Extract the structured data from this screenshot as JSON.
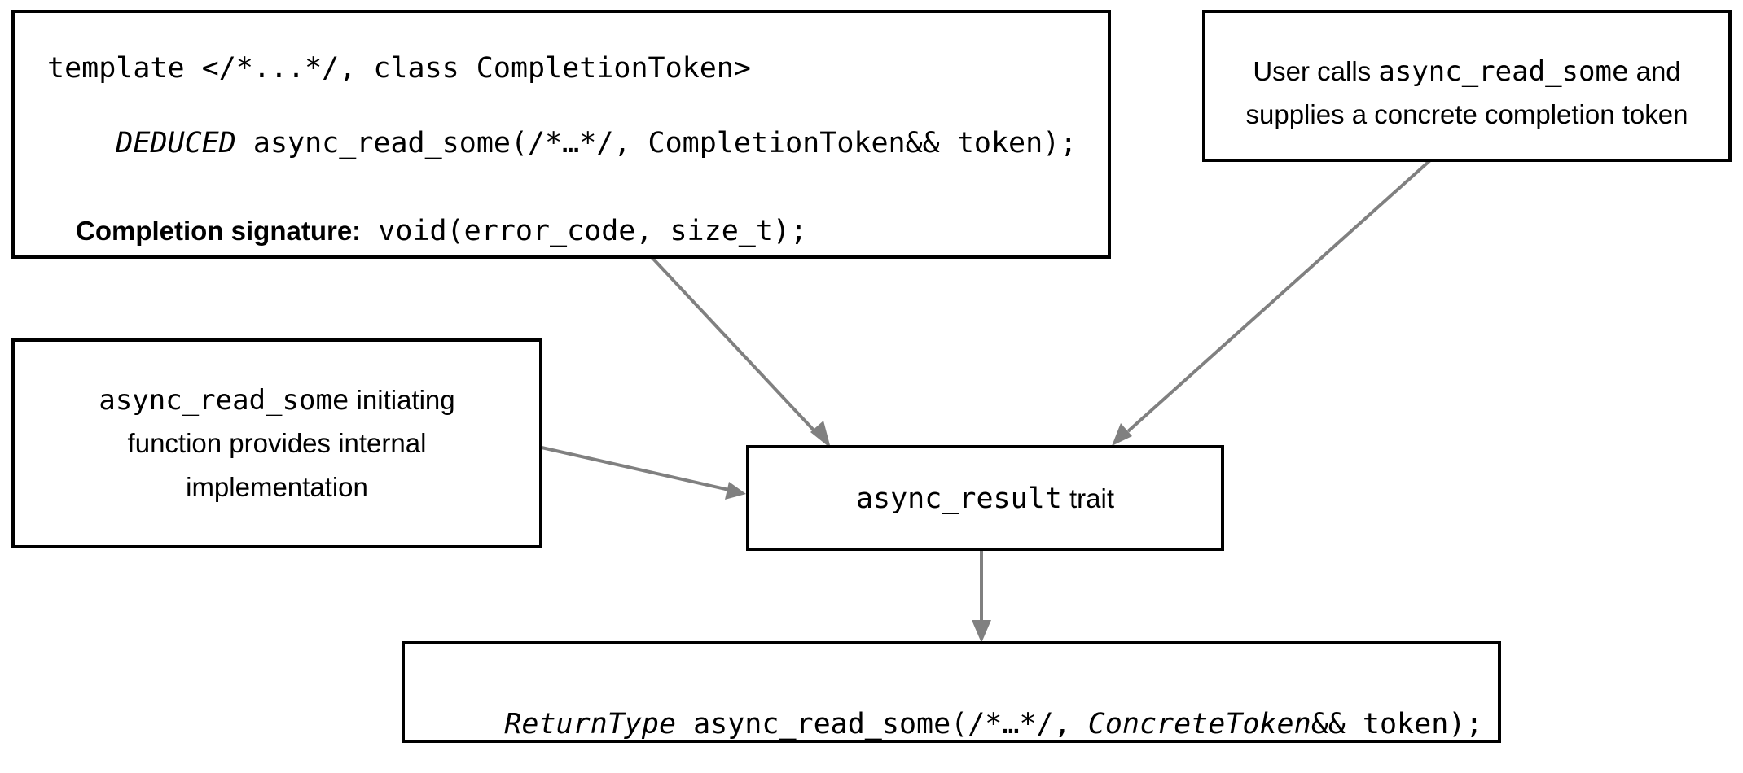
{
  "decl_box": {
    "line1": "template </*...*/, class CompletionToken>",
    "line2_italic": "DEDUCED",
    "line2_rest": " async_read_some(/*…*/, CompletionToken&& token);",
    "sig_label": "Completion signature:",
    "sig_code": "void(error_code, size_t);"
  },
  "user_box": {
    "prefix": "User calls ",
    "code": "async_read_some",
    "suffix": " and",
    "line2": "supplies a concrete completion token"
  },
  "init_box": {
    "code": "async_read_some",
    "suffix": " initiating",
    "line2": "function provides internal",
    "line3": "implementation"
  },
  "trait_box": {
    "code": "async_result",
    "suffix": " trait"
  },
  "result_box": {
    "italic1": "ReturnType",
    "mid": " async_read_some(/*…*/, ",
    "italic2": "ConcreteToken",
    "end": "&& token);"
  },
  "colors": {
    "arrow": "#808080",
    "border": "#000000"
  }
}
